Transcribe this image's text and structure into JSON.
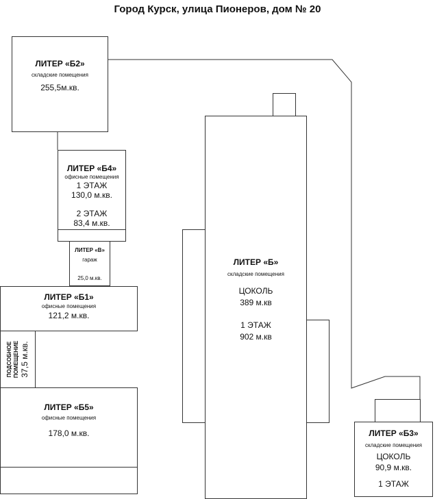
{
  "title": "Город Курск, улица Пионеров, дом № 20",
  "buildings": {
    "b2": {
      "name": "ЛИТЕР «Б2»",
      "type": "складские помещения",
      "area": "255,5м.кв."
    },
    "b4": {
      "name": "ЛИТЕР «Б4»",
      "type": "офисные помещения",
      "floor1": "1 ЭТАЖ",
      "area1": "130,0 м.кв.",
      "floor2": "2 ЭТАЖ",
      "area2": "83,4 м.кв."
    },
    "v": {
      "name": "ЛИТЕР «В»",
      "type": "гараж",
      "area": "25,0 м.кв."
    },
    "b1": {
      "name": "ЛИТЕР «Б1»",
      "type": "офисные помещения",
      "area": "121,2 м.кв."
    },
    "aux": {
      "line1": "ПОДСОБНОЕ",
      "line2": "ПОМЕЩЕНИЕ",
      "area": "37,5 м.кв."
    },
    "b5": {
      "name": "ЛИТЕР «Б5»",
      "type": "офисные помещения",
      "area": "178,0 м.кв."
    },
    "b": {
      "name": "ЛИТЕР «Б»",
      "type": "складские помещения",
      "floor0": "ЦОКОЛЬ",
      "area0": "389 м.кв",
      "floor1": "1 ЭТАЖ",
      "area1": "902 м.кв"
    },
    "b3": {
      "name": "ЛИТЕР «Б3»",
      "type": "складские помещения",
      "floor0": "ЦОКОЛЬ",
      "area0": "90,9 м.кв.",
      "floor1": "1 ЭТАЖ"
    }
  }
}
